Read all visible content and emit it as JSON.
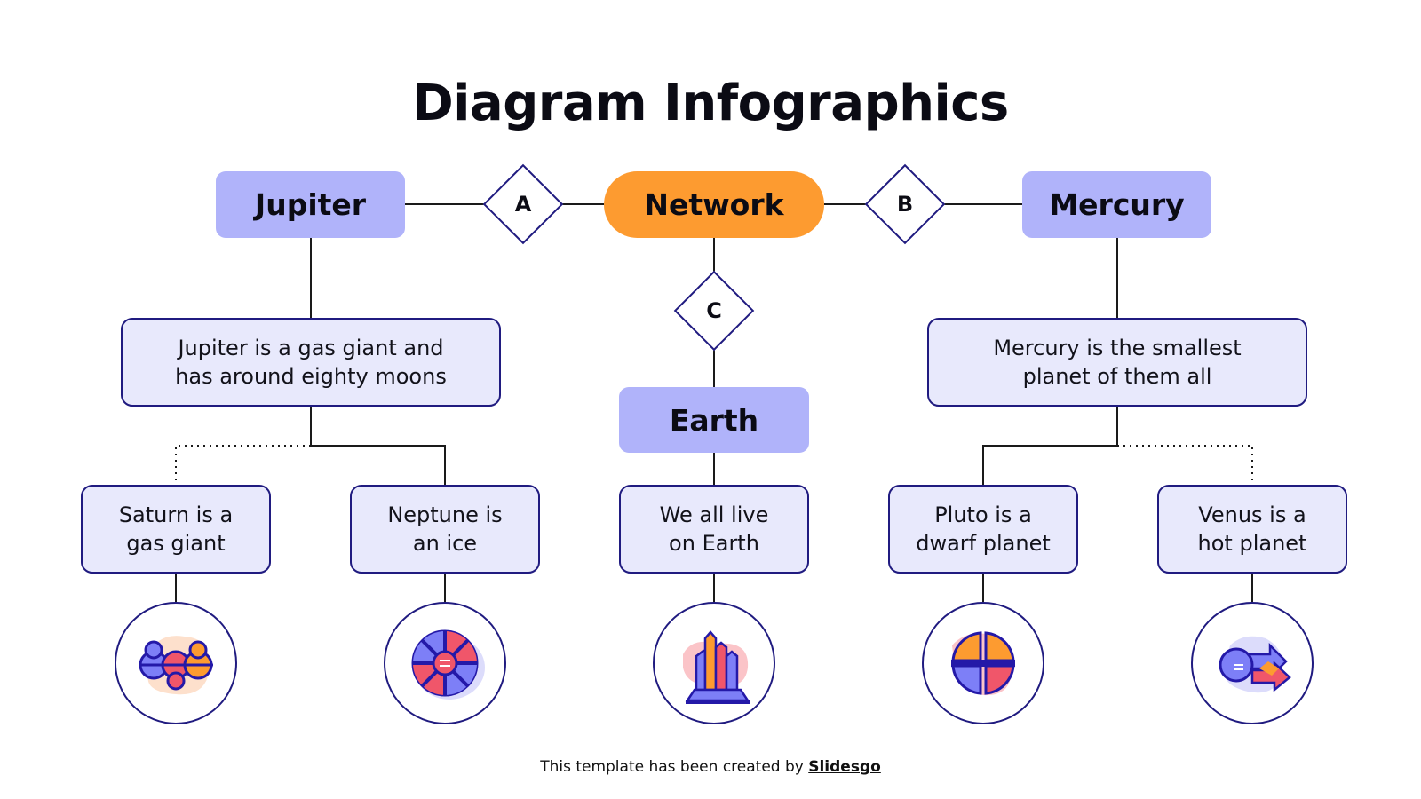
{
  "title": "Diagram Infographics",
  "nodes": {
    "network": "Network",
    "jupiter": "Jupiter",
    "mercury": "Mercury",
    "earth": "Earth"
  },
  "connectors": {
    "a": "A",
    "b": "B",
    "c": "C"
  },
  "descriptions": {
    "jupiter": "Jupiter is a gas giant and\nhas around eighty moons",
    "mercury": "Mercury is the smallest\nplanet of them all"
  },
  "leaves": [
    {
      "text": "Saturn is a\ngas giant",
      "icon": "numbered-circles-icon",
      "link": "dotted"
    },
    {
      "text": "Neptune is\nan ice",
      "icon": "segmented-wheel-icon",
      "link": "solid"
    },
    {
      "text": "We all live\non Earth",
      "icon": "bar-towers-icon",
      "link": "solid"
    },
    {
      "text": "Pluto is a\ndwarf planet",
      "icon": "quadrant-circle-icon",
      "link": "solid"
    },
    {
      "text": "Venus is a\nhot planet",
      "icon": "split-arrows-icon",
      "link": "dotted"
    }
  ],
  "colors": {
    "head": "#b0b3fa",
    "network": "#fd9b30",
    "desc_fill": "#e8e9fc",
    "outline": "#201b80"
  },
  "footer": {
    "prefix": "This template has been created by ",
    "brand": "Slidesgo"
  }
}
